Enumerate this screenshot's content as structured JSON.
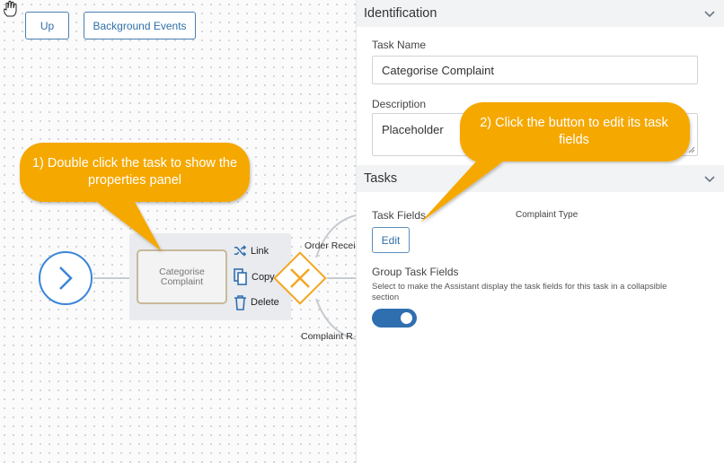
{
  "canvas": {
    "up_button": "Up",
    "background_events_button": "Background Events",
    "task": {
      "label": "Categorise Complaint"
    },
    "actions": {
      "link": "Link",
      "copy": "Copy",
      "delete": "Delete"
    },
    "flow_labels": {
      "order": "Order Recei",
      "complaint": "Complaint R"
    }
  },
  "callouts": {
    "step1": "1) Double click the task to show the properties panel",
    "step2": "2) Click the button to edit its task fields"
  },
  "panel": {
    "identification": {
      "title": "Identification",
      "task_name_label": "Task Name",
      "task_name_value": "Categorise Complaint",
      "description_label": "Description",
      "description_value": "Placeholder"
    },
    "tasks": {
      "title": "Tasks",
      "task_fields_label": "Task Fields",
      "task_fields_value": "Complaint Type",
      "edit_button": "Edit",
      "group_label": "Group Task Fields",
      "group_help": "Select to make the Assistant display the task fields for this task in a collapsible section",
      "group_enabled": true
    }
  },
  "colors": {
    "callout": "#f5a800",
    "accent": "#2f6fb0",
    "start_event": "#3a86d8",
    "gateway": "#f5a623"
  }
}
